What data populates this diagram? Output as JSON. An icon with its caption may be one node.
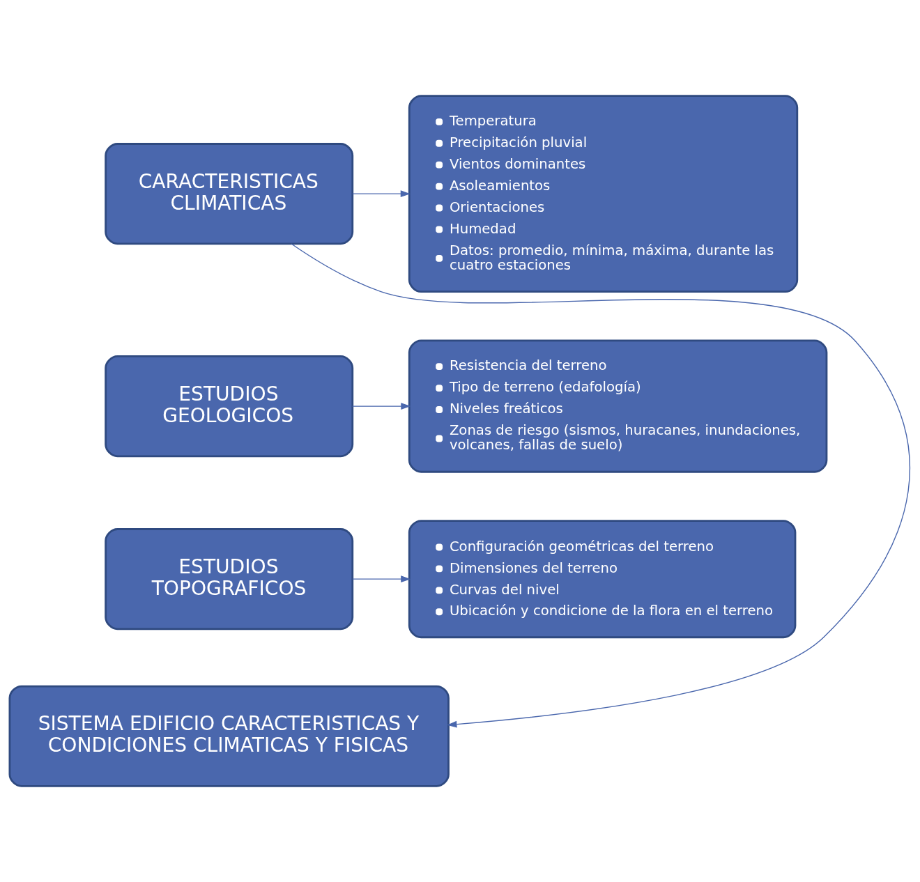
{
  "diagram": {
    "nodes": [
      {
        "text": [
          "CARACTERISTICAS CLIMATICAS"
        ]
      },
      {
        "text": [
          "Temperatura",
          "Precipitación pluvial",
          "Vientos dominantes",
          "Asoleamientos",
          "Orientaciones",
          "Humedad",
          "Datos: promedio, mínima, máxima, durante las cuatro estaciones"
        ]
      },
      {
        "text": [
          "ESTUDIOS GEOLOGICOS"
        ]
      },
      {
        "text": [
          "Resistencia del terreno",
          "Tipo de terreno (edafología)",
          "Niveles freáticos",
          "Zonas de riesgo (sismos, huracanes, inundaciones, volcanes, fallas de suelo)"
        ]
      },
      {
        "text": [
          "ESTUDIOS TOPOGRAFICOS"
        ]
      },
      {
        "text": [
          "Configuración geométricas del terreno",
          "Dimensiones del terreno",
          "Curvas del nivel",
          "Ubicación y condicione de la flora en el terreno"
        ]
      },
      {
        "text": [
          "SISTEMA EDIFICIO CARACTERISTICAS Y CONDICIONES CLIMATICAS Y FISICAS"
        ]
      }
    ],
    "edges": [
      {
        "from": 0,
        "to": 1,
        "arrow": "to"
      },
      {
        "from": 2,
        "to": 3,
        "arrow": "to"
      },
      {
        "from": 4,
        "to": 5,
        "arrow": "to"
      },
      {
        "from": 0,
        "to": 6,
        "arrow": "to"
      }
    ]
  }
}
